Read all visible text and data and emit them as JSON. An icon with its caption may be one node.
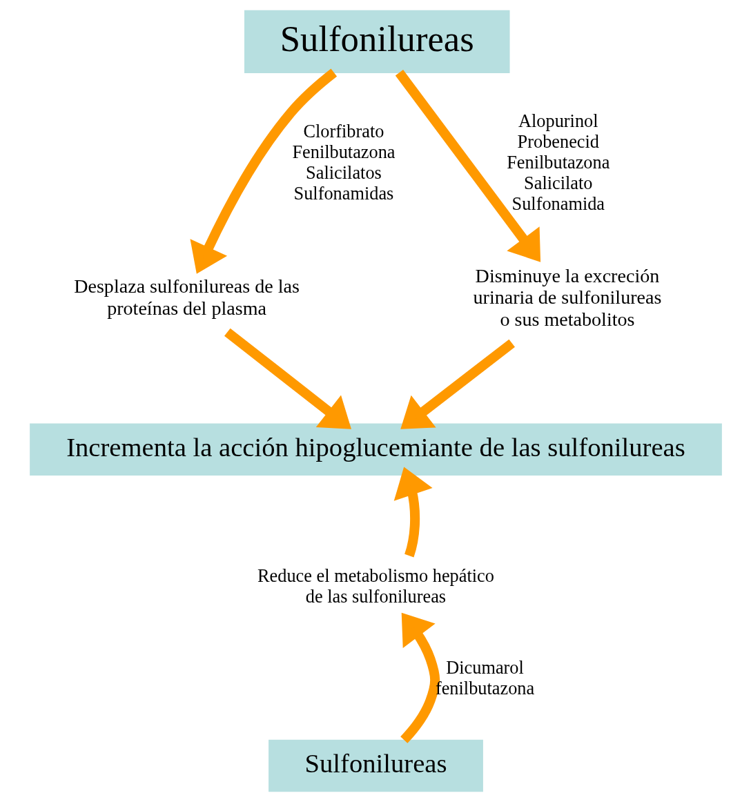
{
  "diagram": {
    "nodes": [
      {
        "text": [
          "Sulfonilureas"
        ]
      },
      {
        "text": [
          "Desplaza sulfonilureas de las proteínas del plasma"
        ]
      },
      {
        "text": [
          "Disminuye la excreción urinaria de sulfonilureas o sus metabolitos"
        ]
      },
      {
        "text": [
          "Incrementa la acción hipoglucemiante de las sulfonilureas"
        ]
      },
      {
        "text": [
          "Reduce el metabolismo hepático de las sulfonilureas"
        ]
      },
      {
        "text": [
          "Sulfonilureas"
        ]
      }
    ],
    "edges": [
      {
        "from": 0,
        "to": 1,
        "arrow": "to",
        "label": "Clorfibrato Fenilbutazona Salicilatos Sulfonamidas"
      },
      {
        "from": 0,
        "to": 2,
        "arrow": "to",
        "label": "Alopurinol Probenecid Fenilbutazona Salicilato Sulfonamida"
      },
      {
        "from": 1,
        "to": 3,
        "arrow": "to"
      },
      {
        "from": 2,
        "to": 3,
        "arrow": "to"
      },
      {
        "from": 4,
        "to": 3,
        "arrow": "to"
      },
      {
        "from": 5,
        "to": 4,
        "arrow": "to",
        "label": "Dicumarol fenilbutazona"
      }
    ]
  }
}
